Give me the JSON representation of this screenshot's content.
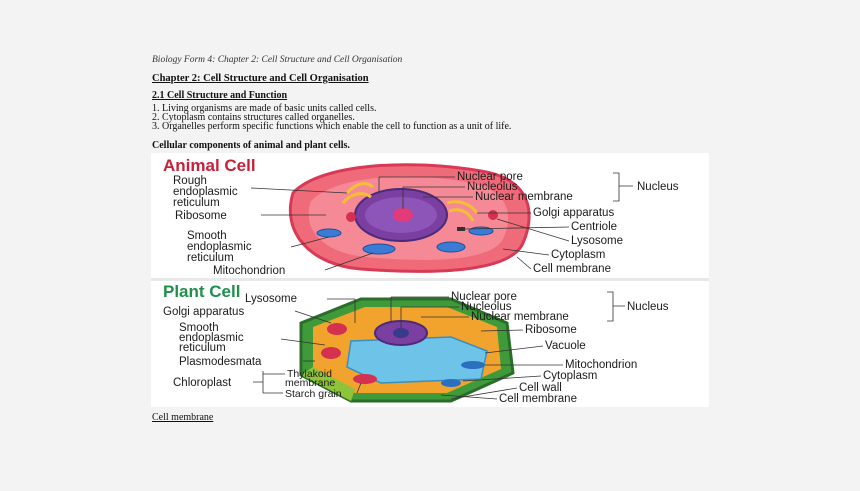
{
  "document": {
    "header": "Biology Form 4: Chapter 2: Cell Structure and Cell Organisation",
    "chapter_title": "Chapter 2: Cell Structure and Cell Organisation",
    "section_title": "2.1 Cell Structure and Function",
    "points": [
      "1. Living organisms are made of basic units called cells.",
      "2. Cytoplasm contains structures called organelles.",
      "3. Organelles perform specific functions which enable the cell to function as a unit of life."
    ],
    "figure_heading": "Cellular components of animal and plant cells.",
    "footer_link": "Cell membrane"
  },
  "figure": {
    "animal": {
      "title": "Animal Cell",
      "labels": {
        "rough_er_1": "Rough",
        "rough_er_2": "endoplasmic",
        "rough_er_3": "reticulum",
        "ribosome": "Ribosome",
        "smooth_er_1": "Smooth",
        "smooth_er_2": "endoplasmic",
        "smooth_er_3": "reticulum",
        "mitochondrion": "Mitochondrion",
        "nuclear_pore": "Nuclear pore",
        "nucleolus": "Nucleolus",
        "nuclear_membrane": "Nuclear membrane",
        "nucleus": "Nucleus",
        "golgi": "Golgi apparatus",
        "centriole": "Centriole",
        "lysosome": "Lysosome",
        "cytoplasm": "Cytoplasm",
        "cell_membrane": "Cell membrane"
      }
    },
    "plant": {
      "title": "Plant Cell",
      "labels": {
        "lysosome": "Lysosome",
        "golgi": "Golgi apparatus",
        "smooth_er_1": "Smooth",
        "smooth_er_2": "endoplasmic",
        "smooth_er_3": "reticulum",
        "plasmodesmata": "Plasmodesmata",
        "chloroplast": "Chloroplast",
        "thylakoid_1": "Thylakoid",
        "thylakoid_2": "membrane",
        "starch": "Starch grain",
        "nuclear_pore": "Nuclear pore",
        "nucleolus": "Nucleolus",
        "nuclear_membrane": "Nuclear membrane",
        "nucleus": "Nucleus",
        "ribosome": "Ribosome",
        "vacuole": "Vacuole",
        "mitochondrion": "Mitochondrion",
        "cytoplasm": "Cytoplasm",
        "cell_wall": "Cell wall",
        "cell_membrane": "Cell membrane"
      }
    }
  }
}
